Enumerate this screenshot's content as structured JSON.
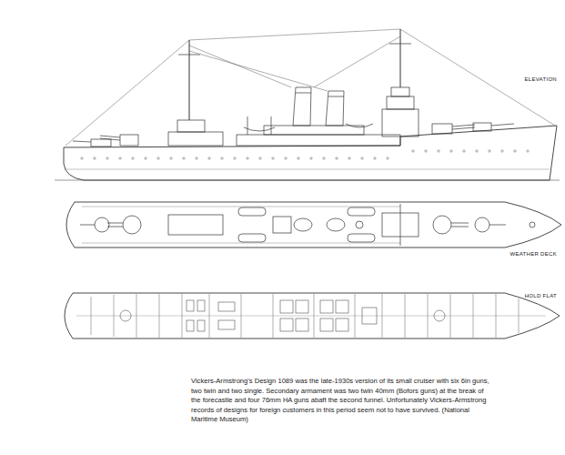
{
  "diagram": {
    "caption": "Vickers-Armstrong's Design 1089 was the late-1930s version of its small cruiser with six 6in guns, two twin and two single. Secondary armament was two twin 40mm (Bofors guns) at the break of the forecastle and four 76mm HA guns abaft the second funnel. Unfortunately Vickers-Armstrong records of designs for foreign customers in this period seem not to have survived. (National Maritime Museum)",
    "labels": [
      "ELEVATION",
      "WEATHER DECK",
      "HOLD FLAT"
    ]
  }
}
